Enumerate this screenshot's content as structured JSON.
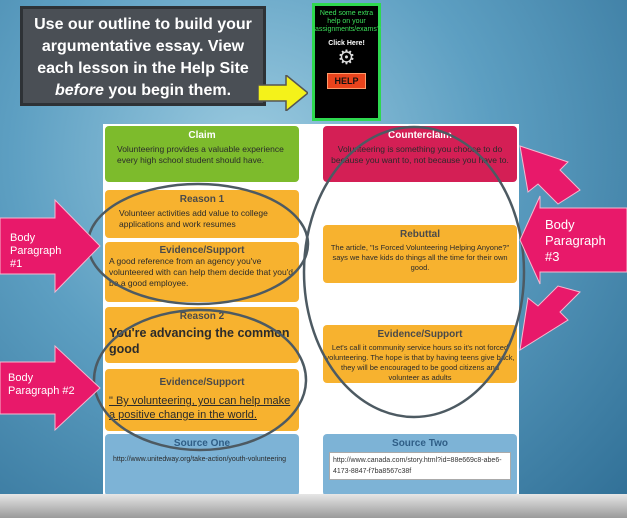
{
  "instructions": {
    "line1": "Use  our outline to build your argumentative essay. View each lesson in the Help Site ",
    "italic": "before",
    "line2": " you begin them."
  },
  "help_ad": {
    "text": "Need some extra help on your assignments/exams?",
    "click": "Click Here!",
    "button": "HELP"
  },
  "left": {
    "claim": {
      "title": "Claim",
      "text": "Volunteering provides a valuable experience every high school student should have."
    },
    "reason1": {
      "title": "Reason 1",
      "text": "Volunteer activities add value to college applications  and work resumes"
    },
    "evidence1": {
      "title": "Evidence/Support",
      "text": "A good reference from an agency you've volunteered with can help them decide that you'd be a good employee."
    },
    "reason2": {
      "title": "Reason 2",
      "text": "You're advancing the common good"
    },
    "evidence2": {
      "title": "Evidence/Support",
      "text": "\" By volunteering, you can help make a positive change in the world."
    },
    "source": {
      "title": "Source One",
      "text": "http://www.unitedway.org/take-action/youth-volunteering"
    }
  },
  "right": {
    "counterclaim": {
      "title": "Counterclaim",
      "text": "Volunteering is something you choose to do because you want to, not because you have to."
    },
    "rebuttal": {
      "title": "Rebuttal",
      "text": "The article, \"Is Forced Volunteering Helping Anyone?\" says we have kids do things all the time for their own good."
    },
    "evidence": {
      "title": "Evidence/Support",
      "text": "Let's call it community service hours so it's not forced volunteering. The hope is that by having teens give back, they will be encouraged to be good citizens and volunteer as adults"
    },
    "source": {
      "title": "Source Two",
      "text": "http://www.canada.com/story.html?id=88e669c8-abe6-4173-8847-f7ba8567c38f"
    }
  },
  "labels": {
    "bp1": "Body Paragraph #1",
    "bp2": "Body Paragraph #2",
    "bp3": "Body Paragraph #3"
  },
  "colors": {
    "claim": "#7dbb2c",
    "orange": "#f7b22f",
    "counterclaim": "#d41f55",
    "source": "#7db3d6",
    "arrow": "#e8196a"
  }
}
